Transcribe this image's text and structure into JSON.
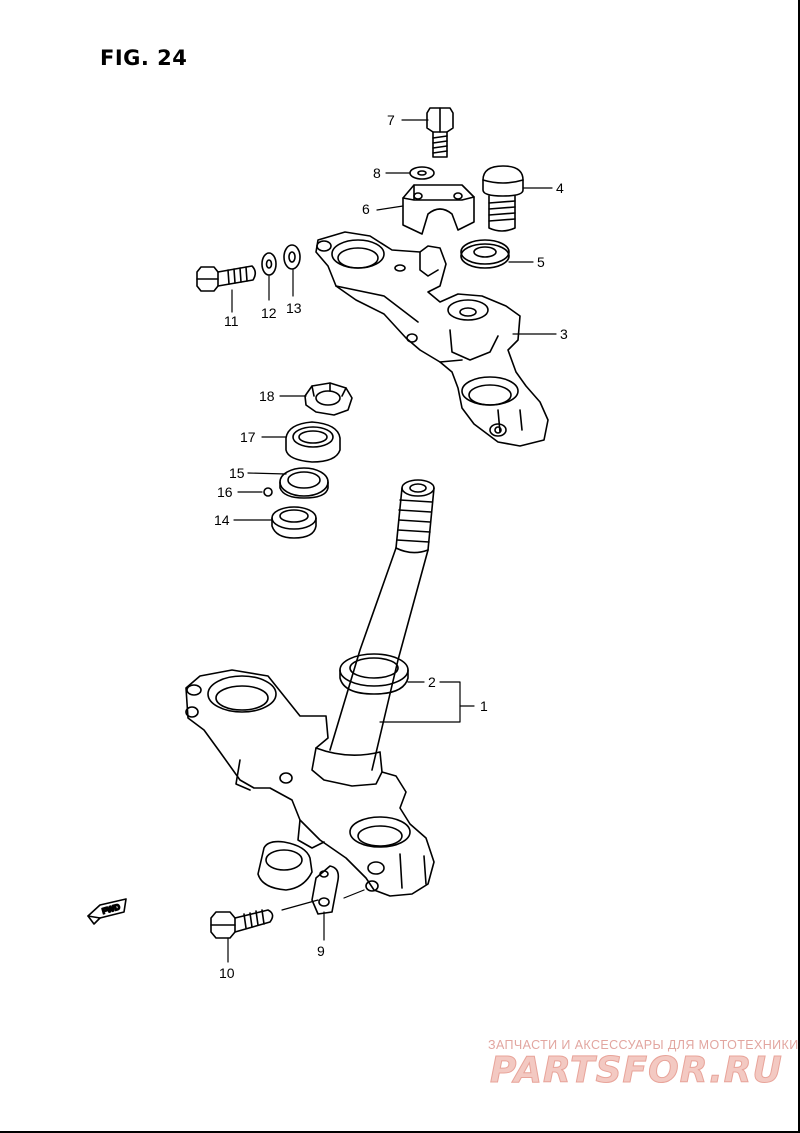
{
  "figure": {
    "title": "FIG. 24",
    "fwd_label": "FWD",
    "callouts": [
      "1",
      "2",
      "3",
      "4",
      "5",
      "6",
      "7",
      "8",
      "9",
      "10",
      "11",
      "12",
      "13",
      "14",
      "15",
      "16",
      "17",
      "18"
    ]
  },
  "watermark": {
    "tagline": "ЗАПЧАСТИ И АКСЕССУАРЫ ДЛЯ МОТОТЕХНИКИ",
    "logo_text": "PARTSFOR.RU"
  }
}
